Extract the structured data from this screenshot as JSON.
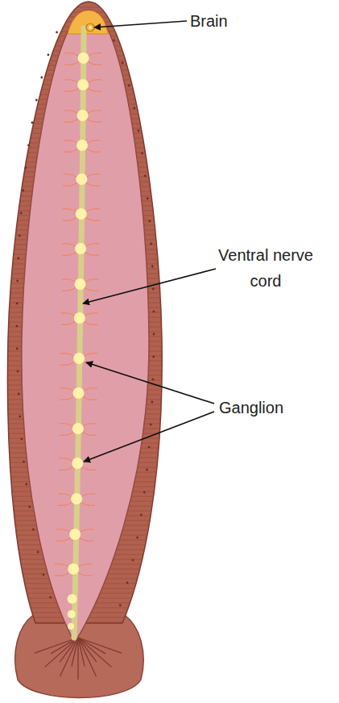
{
  "diagram": {
    "labels": [
      "Brain",
      "Ventral nerve cord",
      "Ganglion"
    ]
  }
}
